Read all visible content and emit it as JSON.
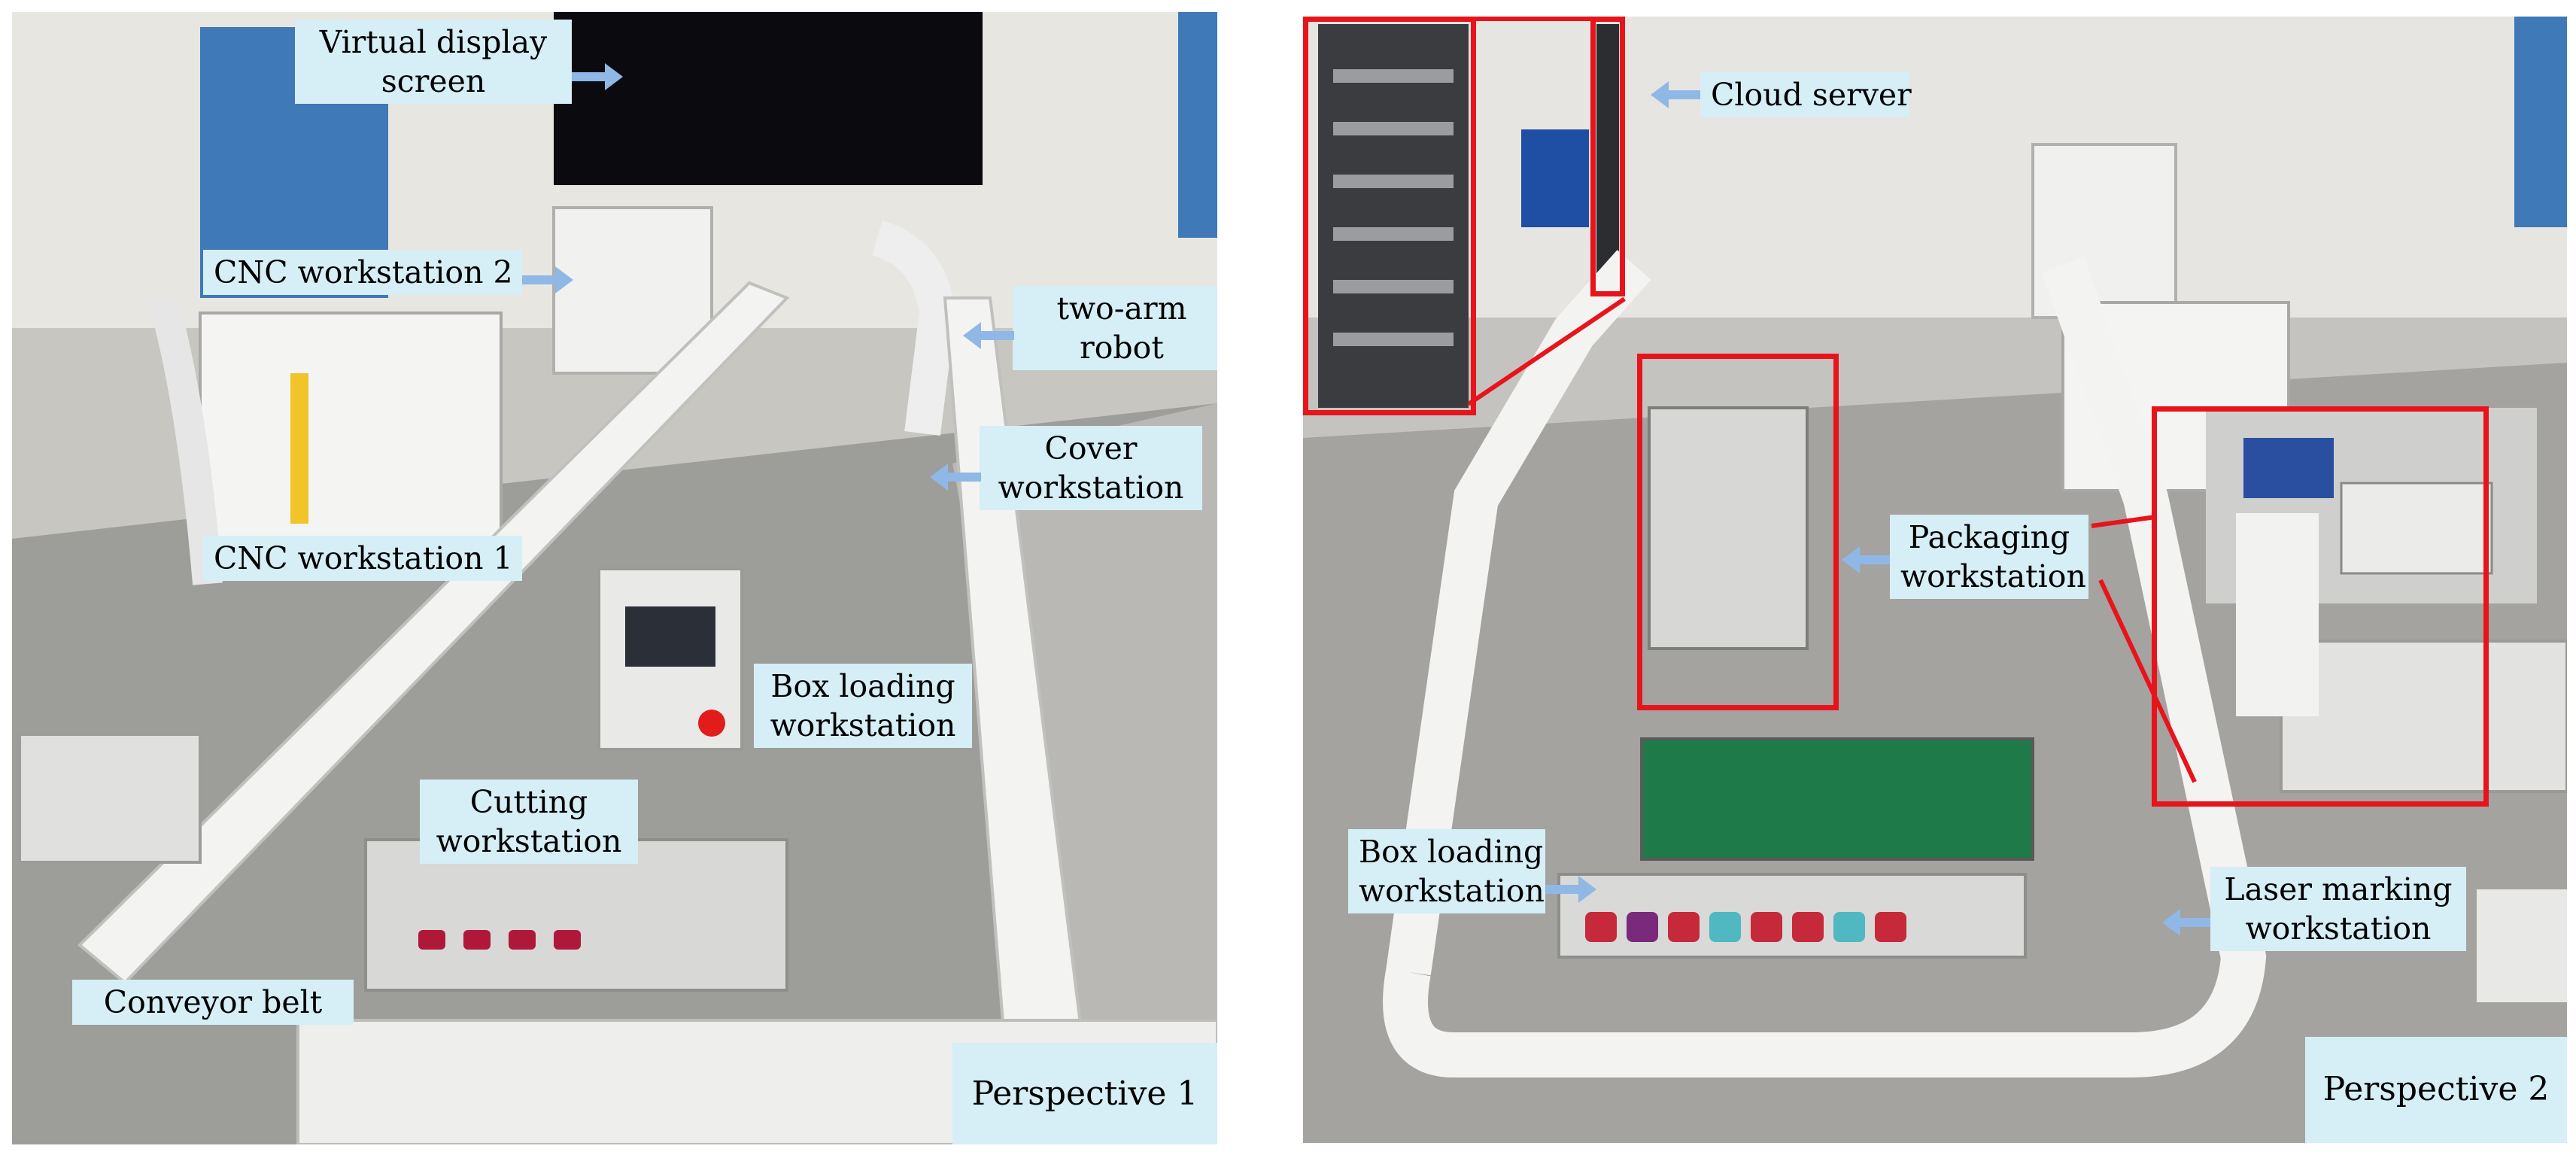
{
  "perspective1": {
    "caption": "Perspective 1",
    "labels": {
      "virtual_display": [
        "Virtual display",
        "screen"
      ],
      "cnc2": "CNC workstation 2",
      "two_arm_robot": [
        "two-arm",
        "robot"
      ],
      "cover": [
        "Cover",
        "workstation"
      ],
      "cnc1": "CNC workstation 1",
      "box_loading": [
        "Box loading",
        "workstation"
      ],
      "cutting": [
        "Cutting",
        "workstation"
      ],
      "conveyor": "Conveyor belt"
    }
  },
  "perspective2": {
    "caption": "Perspective 2",
    "labels": {
      "cloud_server": "Cloud server",
      "packaging": [
        "Packaging",
        "workstation"
      ],
      "box_loading": [
        "Box loading",
        "workstation"
      ],
      "laser_marking": [
        "Laser marking",
        "workstation"
      ]
    }
  },
  "colors": {
    "label_bg": "#d6eef6",
    "arrow": "#8fb8e6",
    "highlight": "#e8141b"
  }
}
